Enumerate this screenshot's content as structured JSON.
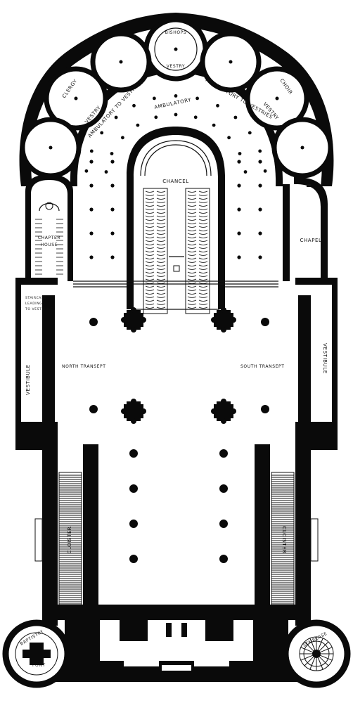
{
  "labels": {
    "bishops_top": "BISHOPS",
    "vestry_center": "VESTRY",
    "clergy": "CLERGY",
    "vestry_left": "VESTRY",
    "choir": "CHOIR",
    "vestry_right": "VESTRY",
    "ambulatory_vestries_left": "AMBULATORY TO VESTRIES",
    "ambulatory_center": "AMBULATORY",
    "ambulatory_vestries_right": "AMBULATORY TO VESTRIES",
    "chancel": "CHANCEL",
    "chapter_house_1": "CHAPTER",
    "chapter_house_2": "HOUSE",
    "chapel": "CHAPEL",
    "staircase_1": "STAIRCASE",
    "staircase_2": "LEADING",
    "staircase_3": "TO VESTIBULE",
    "vestibule_left": "VESTIBULE",
    "vestibule_right": "VESTIBULE",
    "north_transept": "NORTH TRANSEPT",
    "south_transept": "SOUTH TRANSEPT",
    "cloister_left": "CLOISTER",
    "cloister_right": "CLOISTER",
    "baptistry": "BAPTISTRY",
    "font": "FONT",
    "staircase_tower": "STAIRCASE"
  }
}
